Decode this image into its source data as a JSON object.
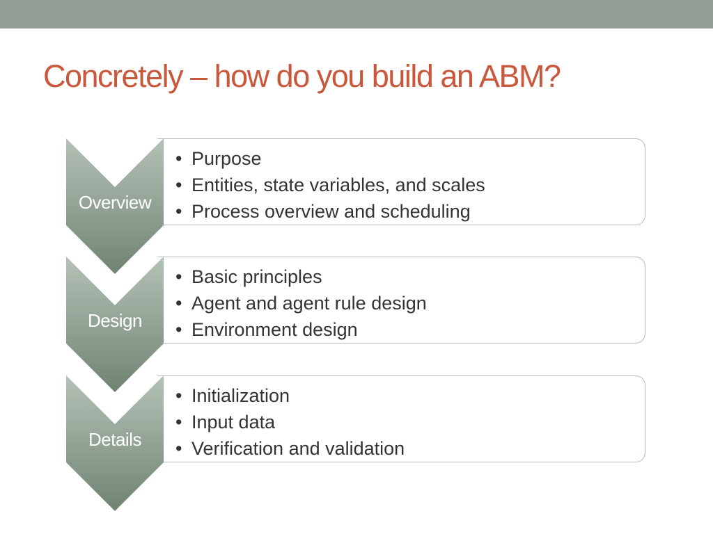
{
  "slide": {
    "title": "Concretely – how do you build an ABM?"
  },
  "colors": {
    "top_band": "#919e94",
    "title": "#c9573b",
    "chevron_light": "#b4c1b6",
    "chevron_dark": "#6f8372",
    "text": "#333333"
  },
  "stages": [
    {
      "label": "Overview",
      "bullets": [
        "Purpose",
        "Entities, state variables, and scales",
        "Process overview and scheduling"
      ]
    },
    {
      "label": "Design",
      "bullets": [
        "Basic principles",
        "Agent and agent rule design",
        "Environment design"
      ]
    },
    {
      "label": "Details",
      "bullets": [
        "Initialization",
        "Input data",
        "Verification and validation"
      ]
    }
  ]
}
